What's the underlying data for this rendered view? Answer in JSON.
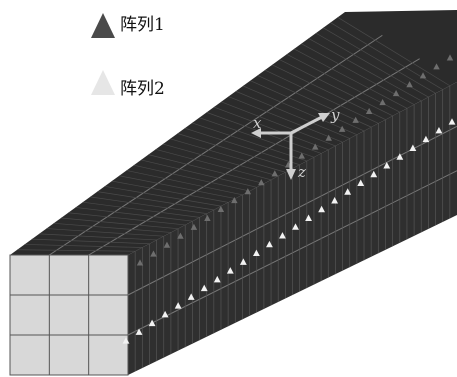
{
  "legend": {
    "items": [
      {
        "label": "阵列1",
        "marker": "triangle",
        "color": "#4a4a4a"
      },
      {
        "label": "阵列2",
        "marker": "triangle",
        "color": "#e6e6e6"
      }
    ]
  },
  "axes": {
    "x_label": "x",
    "y_label": "y",
    "z_label": "z",
    "color": "#cfcfcf"
  },
  "colors": {
    "beam_top": "#2b2b2b",
    "beam_side": "#2f2f2f",
    "grid_line": "#777777",
    "end_face": "#d8d8d8",
    "array1_marker": "#6e6e6e",
    "array2_marker": "#f2f2f2"
  },
  "end_face_grid": {
    "rows": 3,
    "cols": 3
  }
}
